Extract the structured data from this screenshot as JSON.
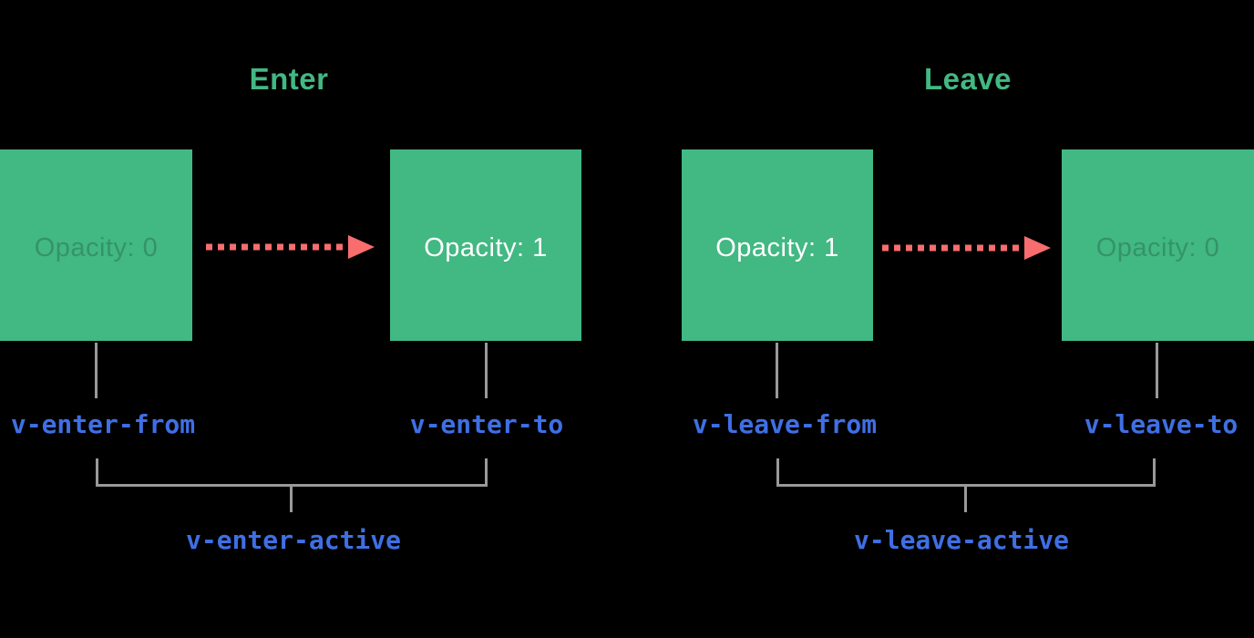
{
  "diagram": {
    "type": "vue-transition-classes",
    "description": "Enter and Leave transition timelines with opacity state boxes"
  },
  "colors": {
    "background": "#000000",
    "green": "#42b883",
    "arrow_red": "#f86d6d",
    "label_blue": "#3f6fe4",
    "line_gray": "#999999",
    "box_text_white": "#ffffff",
    "box_text_faded": "rgba(0,0,0,0.2)"
  },
  "sections": [
    {
      "title": "Enter",
      "boxes": [
        {
          "label": "Opacity: 0",
          "style": "faded"
        },
        {
          "label": "Opacity: 1",
          "style": "solid"
        }
      ],
      "labels": {
        "from": "v-enter-from",
        "to": "v-enter-to",
        "active": "v-enter-active"
      }
    },
    {
      "title": "Leave",
      "boxes": [
        {
          "label": "Opacity: 1",
          "style": "solid"
        },
        {
          "label": "Opacity: 0",
          "style": "faded"
        }
      ],
      "labels": {
        "from": "v-leave-from",
        "to": "v-leave-to",
        "active": "v-leave-active"
      }
    }
  ]
}
